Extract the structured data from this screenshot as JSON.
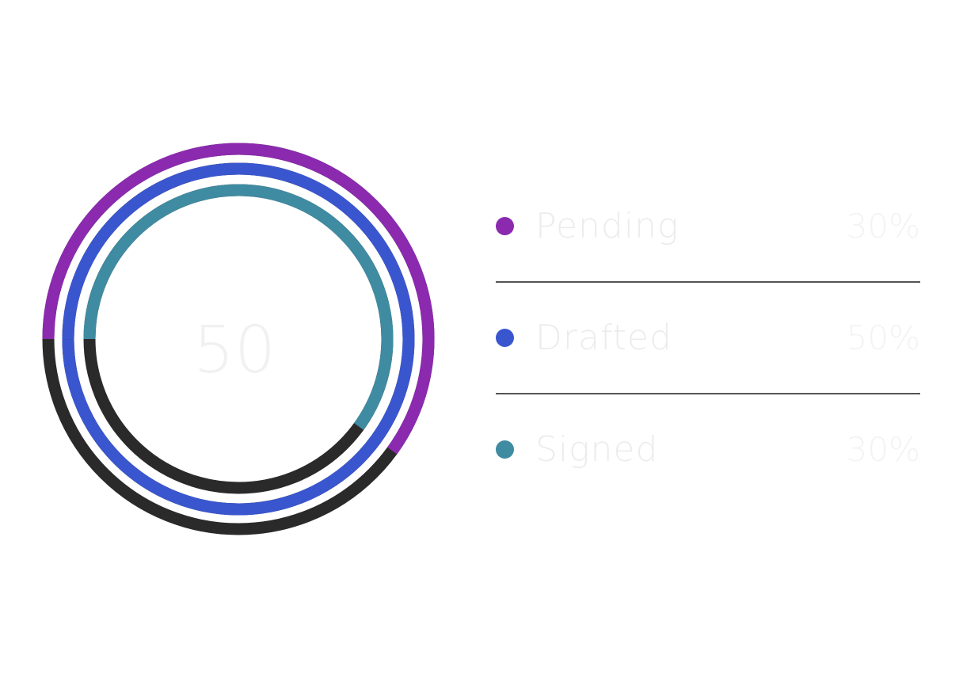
{
  "chart_data": {
    "type": "pie",
    "center_label": "50",
    "track_color": "#2a2a2a",
    "series": [
      {
        "name": "Pending",
        "value_label": "30%",
        "value": 30,
        "color": "#8b2aae"
      },
      {
        "name": "Drafted",
        "value_label": "50%",
        "value": 50,
        "color": "#3a56cf"
      },
      {
        "name": "Signed",
        "value_label": "30%",
        "value": 30,
        "color": "#3f8ba1"
      }
    ]
  }
}
